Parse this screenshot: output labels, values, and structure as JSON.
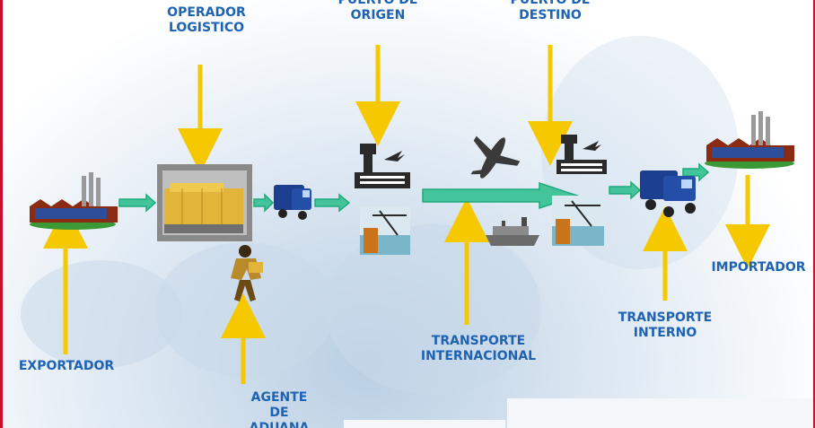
{
  "labels": {
    "operador_logistico": [
      "OPERADOR",
      "LOGISTICO"
    ],
    "puerto_origen": [
      "PUERTO DE",
      "ORIGEN"
    ],
    "puerto_destino": [
      "PUERTO DE",
      "DESTINO"
    ],
    "exportador": "EXPORTADOR",
    "agente_aduana": [
      "AGENTE",
      "DE",
      "ADUANA"
    ],
    "transporte_internacional": [
      "TRANSPORTE",
      "INTERNACIONAL"
    ],
    "transporte_interno": [
      "TRANSPORTE",
      "INTERNO"
    ],
    "importador": "IMPORTADOR"
  },
  "colors": {
    "label": "#1e63b3",
    "pointer_arrow": "#f5c800",
    "flow_arrow": "#1fa97a",
    "flow_arrow_fill": "#44c49a",
    "frame": "#c8102e"
  },
  "icons": [
    "factory-icon",
    "warehouse-photo-icon",
    "truck-icon",
    "airport-tower-icon",
    "port-crane-icon",
    "airplane-icon",
    "ship-icon",
    "customs-agent-icon"
  ]
}
